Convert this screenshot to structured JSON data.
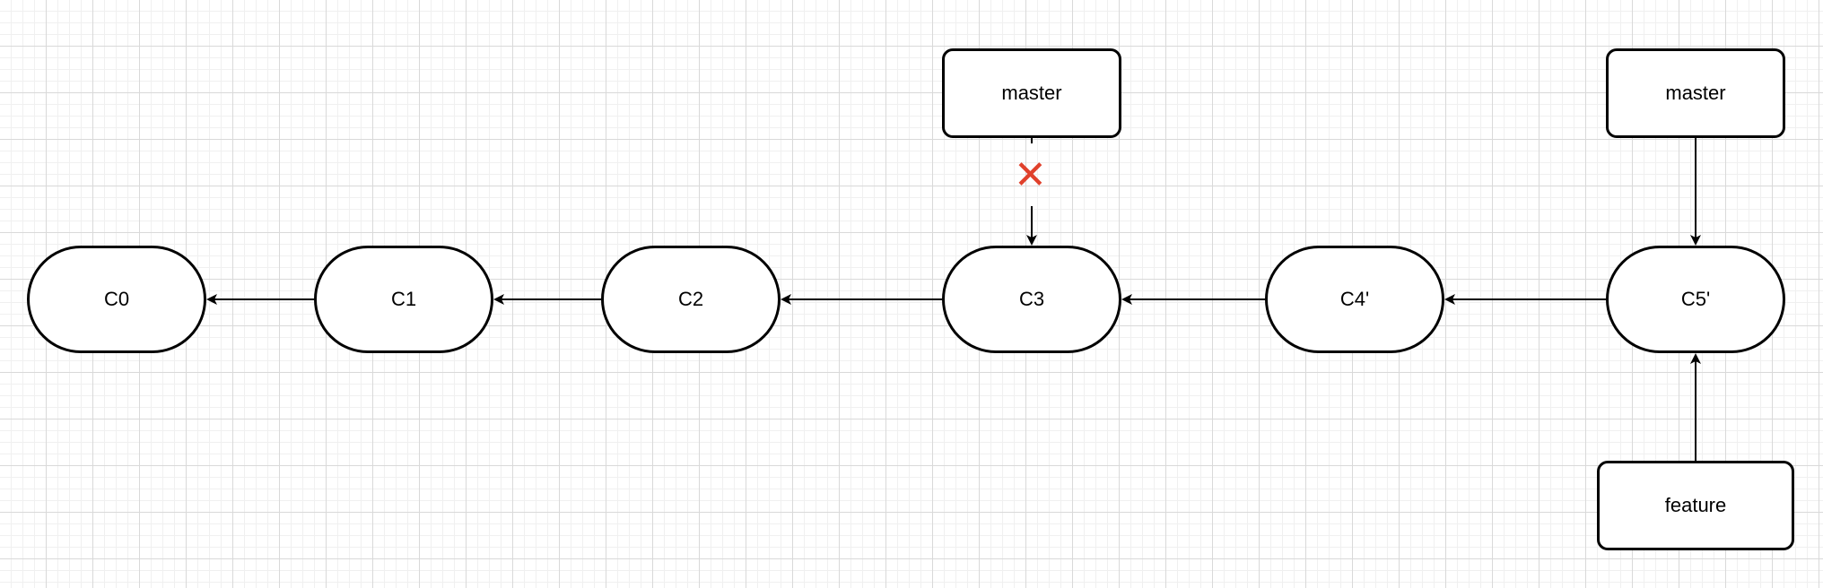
{
  "commits": [
    {
      "id": "c0",
      "label": "C0"
    },
    {
      "id": "c1",
      "label": "C1"
    },
    {
      "id": "c2",
      "label": "C2"
    },
    {
      "id": "c3",
      "label": "C3"
    },
    {
      "id": "c4p",
      "label": "C4'"
    },
    {
      "id": "c5p",
      "label": "C5'"
    }
  ],
  "branches": [
    {
      "id": "master-old",
      "label": "master",
      "points_to": "C3",
      "status": "removed"
    },
    {
      "id": "master-new",
      "label": "master",
      "points_to": "C5'"
    },
    {
      "id": "feature",
      "label": "feature",
      "points_to": "C5'"
    }
  ],
  "parent_links": [
    {
      "from": "C1",
      "to": "C0"
    },
    {
      "from": "C2",
      "to": "C1"
    },
    {
      "from": "C3",
      "to": "C2"
    },
    {
      "from": "C4'",
      "to": "C3"
    },
    {
      "from": "C5'",
      "to": "C4'"
    }
  ],
  "colors": {
    "line": "#000000",
    "removed_marker": "#e0412c"
  },
  "icons": {
    "removed_marker": "cross-mark-icon"
  }
}
